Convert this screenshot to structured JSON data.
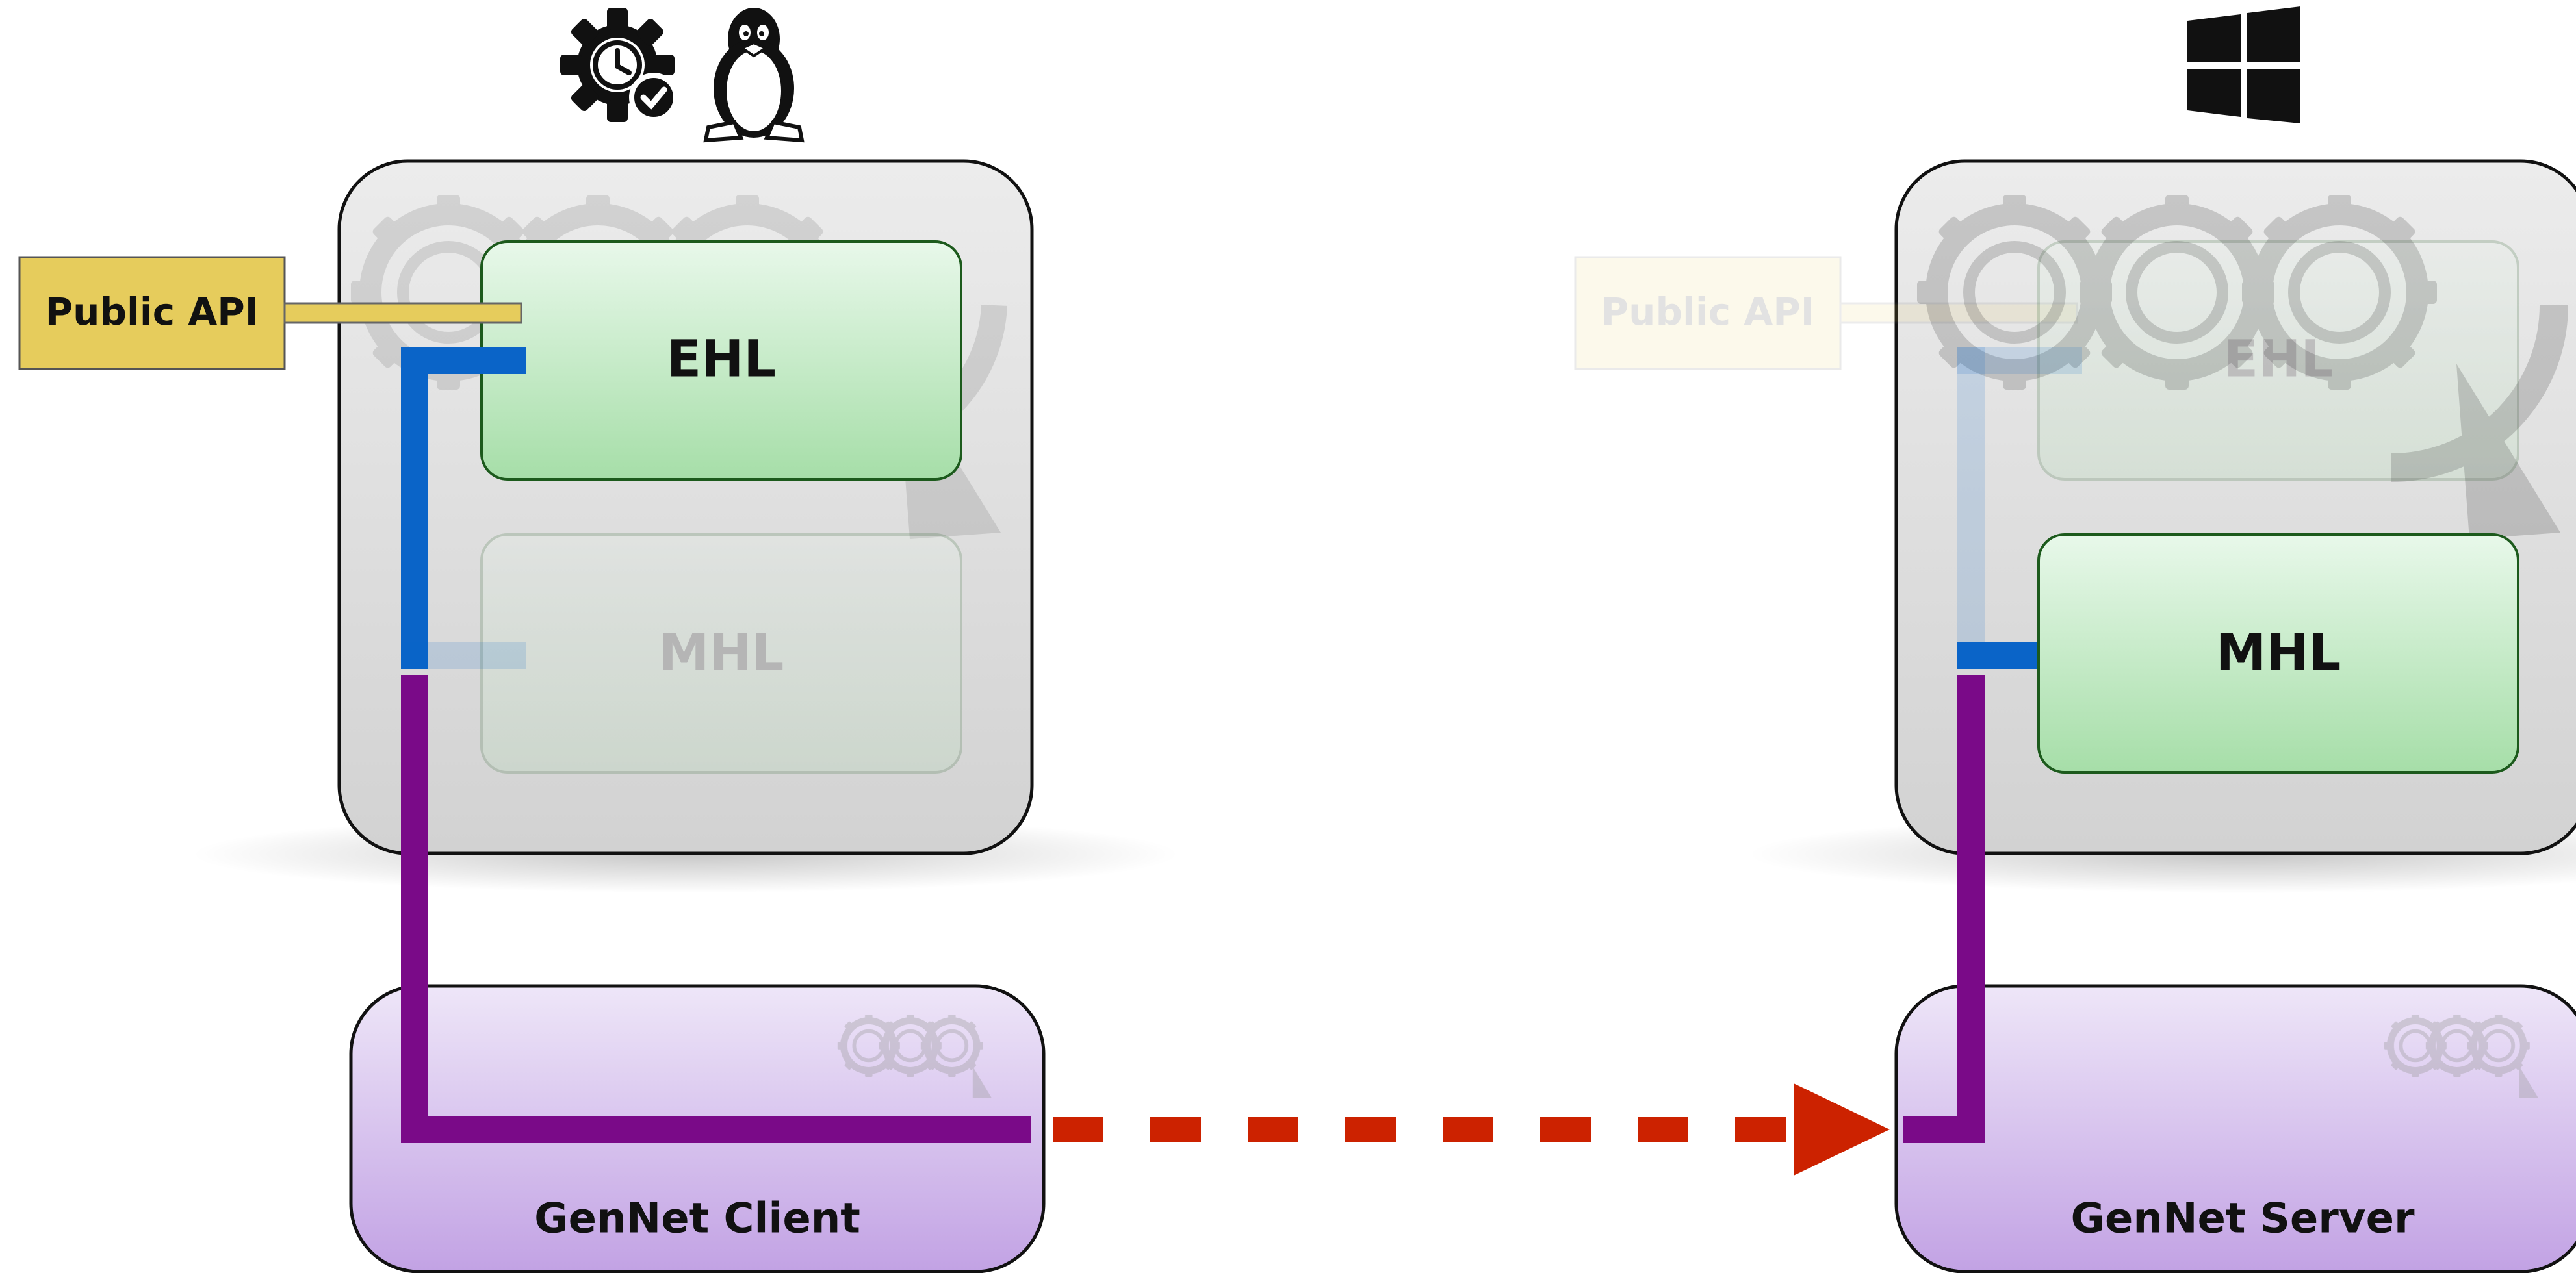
{
  "labels": {
    "public_api_left": "Public API",
    "public_api_right": "Public API",
    "ehl_left": "EHL",
    "mhl_left": "MHL",
    "ehl_right": "EHL",
    "mhl_right": "MHL",
    "genenet_client": "GenNet Client",
    "genenet_server": "GenNet Server"
  },
  "icons": {
    "left_os": [
      "scheduled-gear-icon",
      "linux-penguin-icon"
    ],
    "right_os": [
      "windows-icon"
    ],
    "watermark": "gears-satellite-logo"
  },
  "colors": {
    "public_api_fill": "#e6cc5c",
    "module_green_top": "#e6f8e8",
    "module_green_bottom": "#a8e0a8",
    "genenet_purple_top": "#ece4f6",
    "genenet_purple_bottom": "#c4a4e4",
    "host_box_top": "#ececec",
    "host_box_bottom": "#d4d4d4",
    "blue_link": "#0a64c8",
    "purple_link": "#7a0a88",
    "network_arrow": "#cc2200"
  }
}
